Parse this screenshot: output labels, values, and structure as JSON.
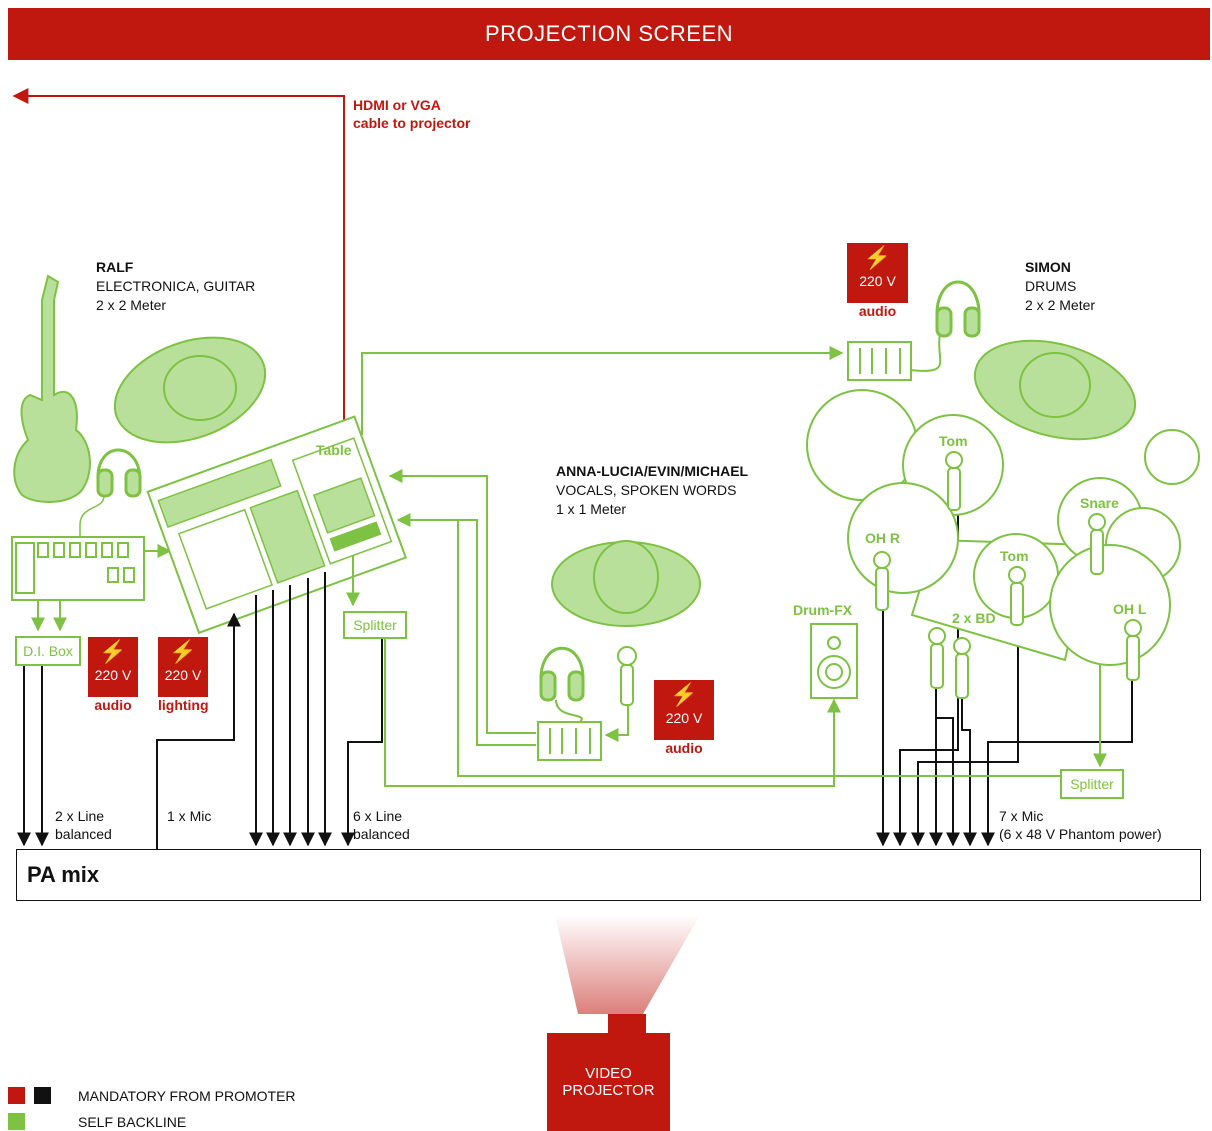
{
  "banner": {
    "title": "PROJECTION SCREEN"
  },
  "hdmi": {
    "line1": "HDMI or VGA",
    "line2": "cable to projector"
  },
  "ralf": {
    "name": "RALF",
    "role": "ELECTRONICA, GUITAR",
    "size": "2 x 2 Meter"
  },
  "simon": {
    "name": "SIMON",
    "role": "DRUMS",
    "size": "2 x 2 Meter"
  },
  "vocals": {
    "name": "ANNA-LUCIA/EVIN/MICHAEL",
    "role": "VOCALS, SPOKEN WORDS",
    "size": "1 x 1 Meter"
  },
  "power": {
    "voltage": "220 V",
    "audio_label": "audio",
    "lighting_label": "lighting"
  },
  "equipment": {
    "table": "Table",
    "di_box": "D.I. Box",
    "splitter": "Splitter",
    "drum_fx": "Drum-FX",
    "tom": "Tom",
    "snare": "Snare",
    "oh_r": "OH R",
    "oh_l": "OH L",
    "bd": "2 x BD"
  },
  "connections": {
    "line2_a": "2 x Line",
    "line2_b": "balanced",
    "mic1": "1 x Mic",
    "line6_a": "6 x Line",
    "line6_b": "balanced",
    "mic7_a": "7 x Mic",
    "mic7_b": "(6 x 48 V Phantom power)"
  },
  "pa": {
    "label": "PA mix"
  },
  "projector": {
    "line1": "VIDEO",
    "line2": "PROJECTOR"
  },
  "legend": {
    "mandatory": "MANDATORY FROM PROMOTER",
    "self": "SELF BACKLINE"
  },
  "colors": {
    "red": "#c0170f",
    "green": "#7dc242",
    "light_green": "#b9e09a",
    "black": "#111111"
  }
}
